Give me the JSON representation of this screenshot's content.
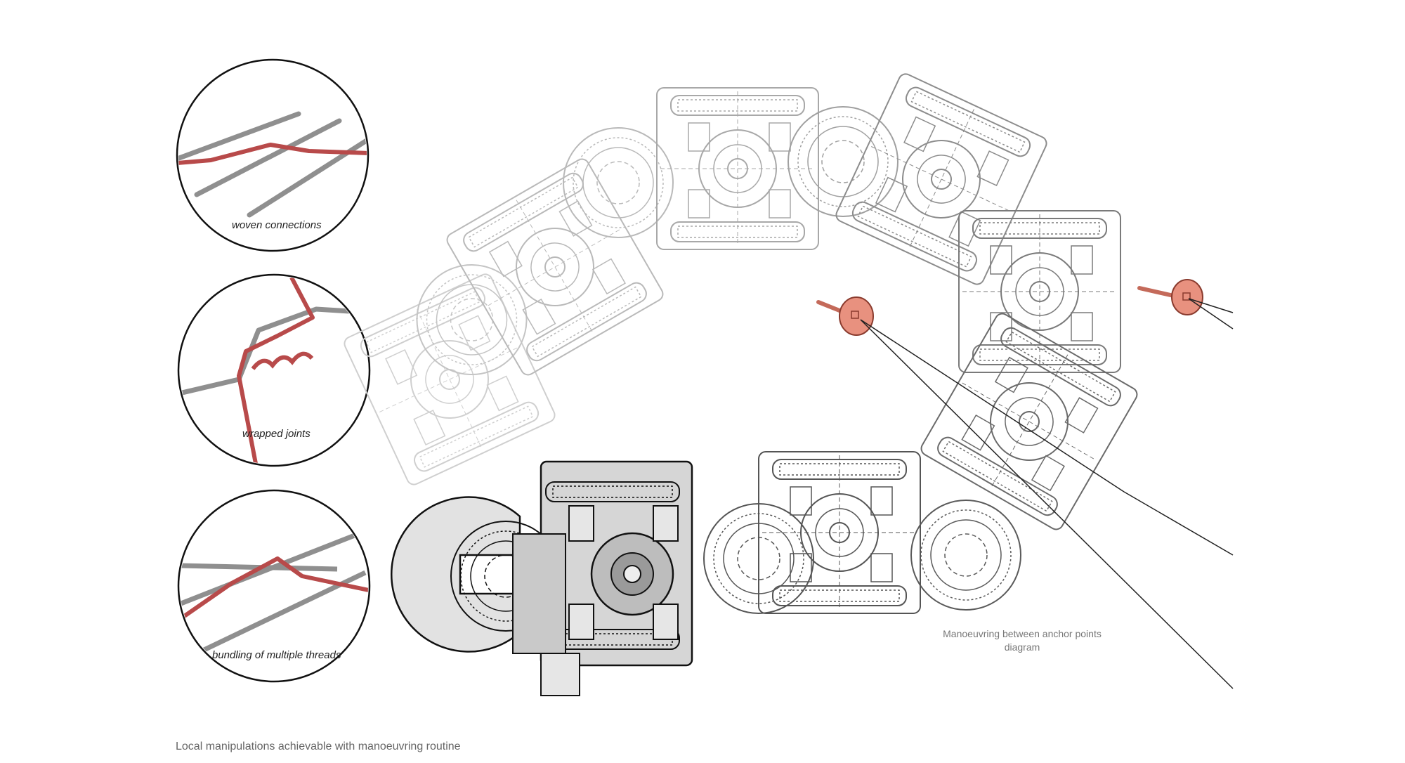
{
  "labels": {
    "woven": "woven connections",
    "wrapped": "wrapped joints",
    "bundling": "bundling of multiple threads",
    "diagram_caption": "Manoeuvring between anchor points diagram",
    "bottom_caption": "Local manipulations achievable with manoeuvring routine"
  },
  "colors": {
    "thread": "#b84a4a",
    "anchor": "#e8917f",
    "rod": "#8f8f8f",
    "outline": "#111111"
  }
}
